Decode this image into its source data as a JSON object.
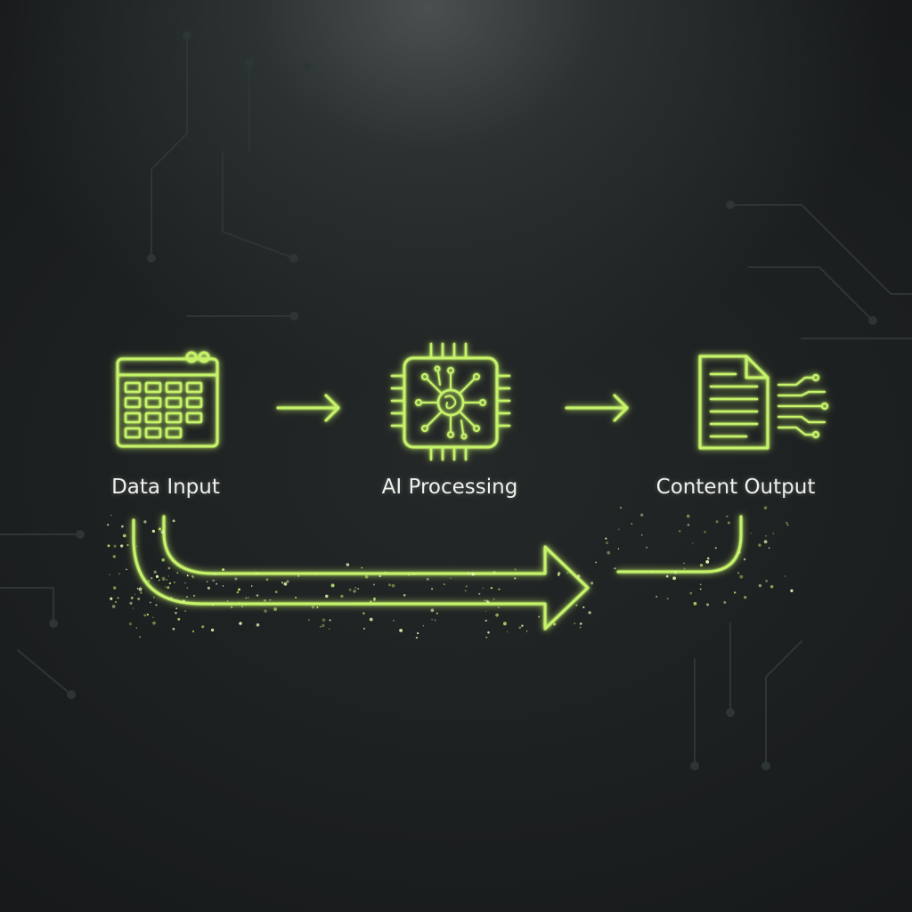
{
  "colors": {
    "neon": "#c6f36b",
    "neon_core": "#e9ffb4",
    "label_text": "#eef2ec",
    "background": "#1b1e1f"
  },
  "steps": [
    {
      "label": "Data Input",
      "icon": "calendar-grid-icon"
    },
    {
      "label": "AI Processing",
      "icon": "ai-chip-icon"
    },
    {
      "label": "Content Output",
      "icon": "document-output-icon"
    }
  ],
  "connectors": [
    "arrow-right-icon",
    "arrow-right-icon"
  ],
  "loop": {
    "icon": "loop-arrow-icon"
  }
}
